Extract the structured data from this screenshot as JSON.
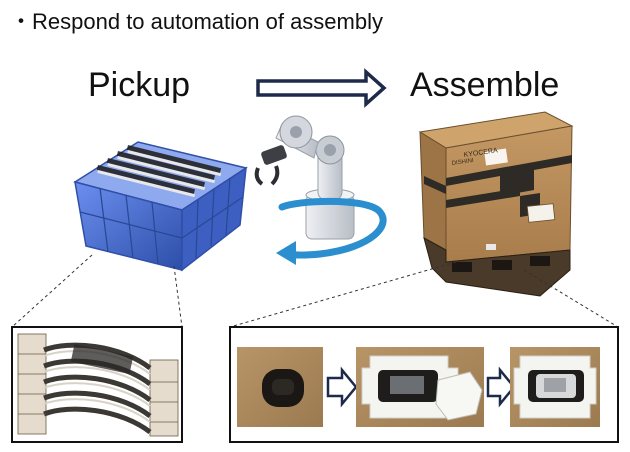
{
  "header": {
    "bullet": "・",
    "text": "Respond to automation of assembly"
  },
  "steps": {
    "pickup": "Pickup",
    "assemble": "Assemble"
  },
  "box": {
    "brand": "KYOCERA",
    "label": "DISHINI"
  },
  "colors": {
    "crate": "#4a6fd6",
    "crate_dark": "#2f4fa8",
    "cardboard": "#b58a55",
    "cardboard_dark": "#2e2a25",
    "rotation_arrow": "#2a8ecf",
    "robot": "#d8dce2",
    "foam": "#f4f4f0"
  },
  "icons": [
    "right-arrow-icon",
    "robot-arm-icon",
    "rotation-arrow-icon",
    "process-arrow-icon"
  ]
}
